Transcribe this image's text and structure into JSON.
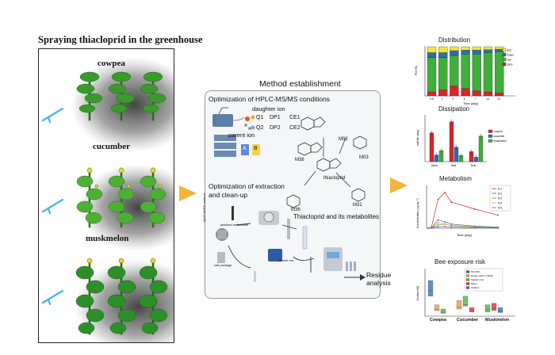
{
  "left_panel": {
    "title": "Spraying thiacloprid in the greenhouse",
    "crops": [
      "cowpea",
      "cucumber",
      "muskmelon"
    ]
  },
  "method": {
    "title": "Method establishment",
    "hplc_title": "Optimization of HPLC-MS/MS conditions",
    "daughter_ion": "daughter ion",
    "parent_ion": "parent ion",
    "q1": "Q1",
    "q2": "Q2",
    "dp1": "DP1",
    "ce1": "CE1",
    "dp2": "DP2",
    "ce2": "CE2",
    "box_a": "A",
    "box_b": "B",
    "extraction_title": "Optimization of extraction and clean-up",
    "metabolites_title": "Thiacloprid and its metabolites",
    "residue": "Residue analysis",
    "compounds": [
      "M02",
      "M38",
      "M03",
      "thiacloprid",
      "M36",
      "M31"
    ],
    "small_labels": [
      "QuEChERS method",
      "acidized acetonitrile",
      "salt package",
      "sorbent mix"
    ]
  },
  "results": {
    "distribution": {
      "title": "Distribution",
      "ylabel": "FDI (%)",
      "xlabel": "Time (day)",
      "ticks": [
        "0.5",
        "1",
        "3",
        "5",
        "7",
        "14",
        "21"
      ],
      "legend": [
        "fruit",
        "flower",
        "leaf",
        "stem"
      ],
      "colors": [
        "#f3e532",
        "#2a6db5",
        "#3fae3a",
        "#d6262b"
      ]
    },
    "dissipation": {
      "title": "Dissipation",
      "ylabel": "half-life (day)",
      "groups": [
        "stem",
        "leaf",
        "fruit"
      ],
      "legend": [
        "cowpea",
        "cucumber",
        "muskmelon"
      ],
      "colors": [
        "#d6262b",
        "#2a6db5",
        "#3fae3a"
      ]
    },
    "metabolism": {
      "title": "Metabolism",
      "ylabel": "Concentration (μg kg⁻¹)",
      "xlabel": "Time (day)",
      "legend": [
        "M 1",
        "M 2",
        "M 3",
        "M 4",
        "M 5"
      ],
      "colors": [
        "#d6262b",
        "#2a6db5",
        "#3fae3a",
        "#e8a02b",
        "#8e44ad"
      ]
    },
    "bee": {
      "title": "Bee exposure risk",
      "ylabel": "Contact HQ",
      "groups": [
        "Cowpea",
        "Cucumber",
        "Muskmelon"
      ],
      "legend": [
        "5%-95%",
        "Range within 1.5IQR",
        "Median Line",
        "Mean",
        "Outliers"
      ]
    }
  }
}
